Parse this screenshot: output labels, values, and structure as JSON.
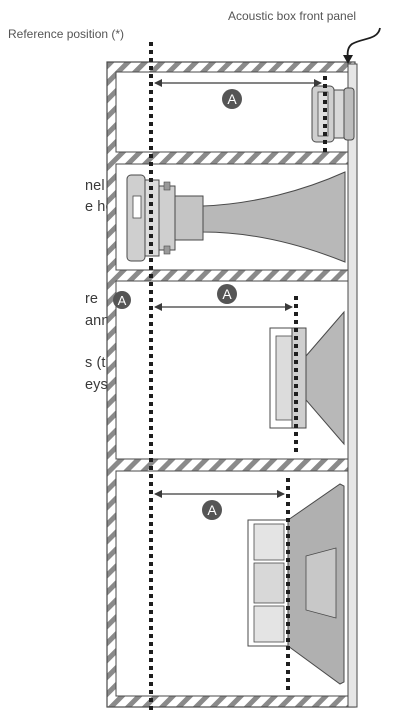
{
  "labels": {
    "reference_position": "Reference position (*)",
    "front_panel": "Acoustic box front panel",
    "distance_marker": "A"
  },
  "body_text": [
    "nel (in",
    "e horn",
    "re",
    ".",
    "annel.",
    "s (the",
    "eys of"
  ],
  "colors": {
    "stroke": "#4a4a4a",
    "hatch": "#8a8a8a",
    "driver_fill": "#cfcfcf",
    "horn_fill": "#b8b8b8",
    "marker_fill": "#555555"
  },
  "icons": {
    "panel_pointer": "curved-arrow-icon",
    "distance": "double-arrow-icon"
  }
}
